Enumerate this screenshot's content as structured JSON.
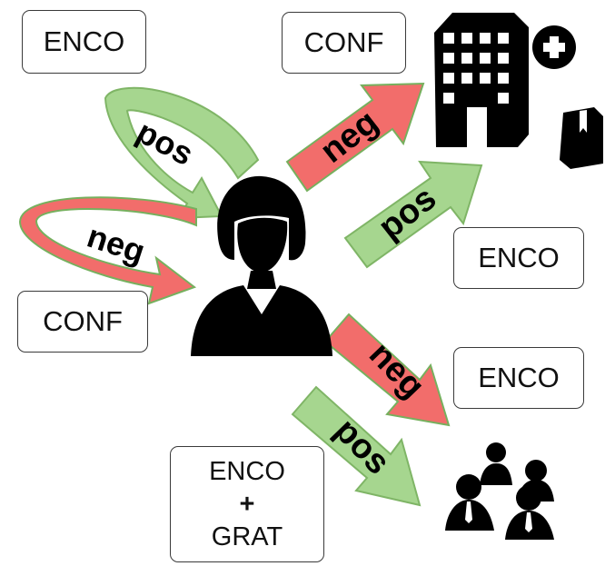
{
  "colors": {
    "negative_arrow": "#f26d6b",
    "negative_arrow_edge": "#76b05e",
    "positive_arrow": "#a6d68f",
    "positive_arrow_edge": "#7fb566",
    "icon": "#000000",
    "box_border": "#3a3a3a"
  },
  "icons": {
    "person": "woman-person-icon",
    "hospital": "hospital-building-icon",
    "book": "book-icon",
    "group": "people-group-icon"
  },
  "nodes": {
    "enco_top_left": "ENCO",
    "conf_top": "CONF",
    "conf_left": "CONF",
    "enco_right_middle": "ENCO",
    "enco_right_lower": "ENCO",
    "enco_grat": {
      "line1": "ENCO",
      "plus": "+",
      "line2": "GRAT"
    }
  },
  "arrows": {
    "loop_top_left": "pos",
    "loop_left": "neg",
    "to_hospital_upper": "neg",
    "to_hospital_lower": "pos",
    "to_group_upper": "neg",
    "to_group_lower": "pos"
  }
}
